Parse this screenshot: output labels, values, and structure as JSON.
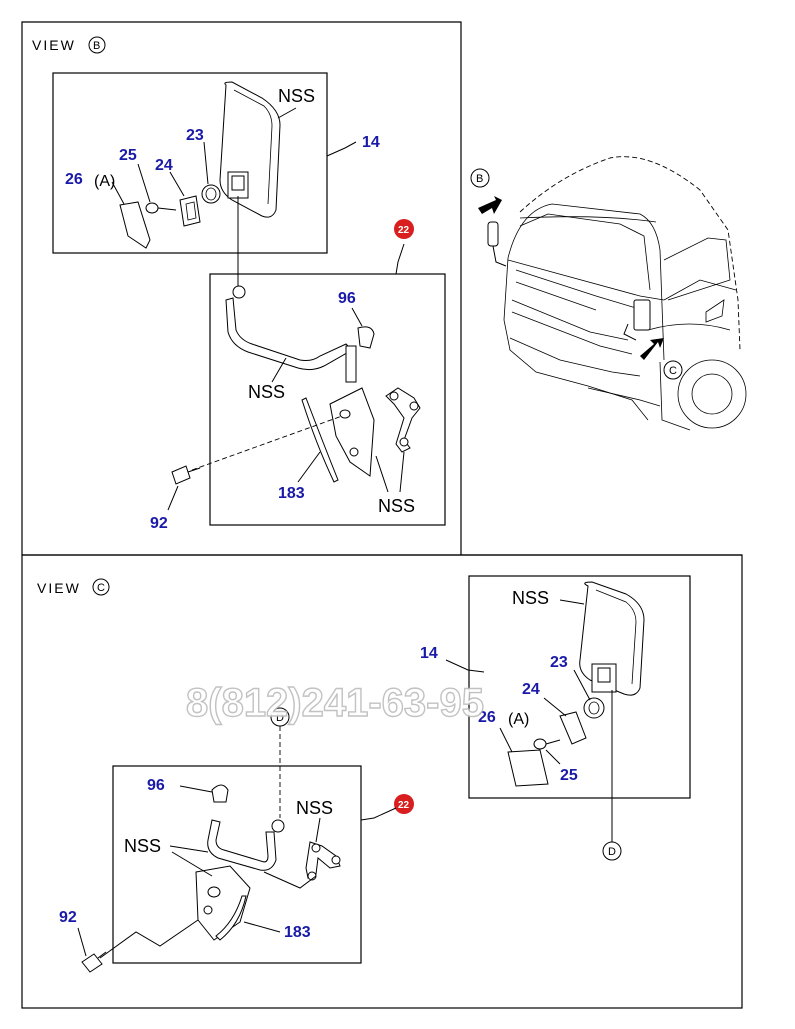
{
  "watermark": {
    "text": "8(812)241-63-95"
  },
  "view_b": {
    "title": "VIEW",
    "letter": "B",
    "labels": {
      "p14": "14",
      "p23": "23",
      "p24": "24",
      "p25": "25",
      "p26": "26",
      "a": "(A)",
      "nss_mirror": "NSS",
      "p22": "22",
      "p96": "96",
      "nss_arm": "NSS",
      "p183": "183",
      "nss_bracket": "NSS",
      "p92": "92"
    }
  },
  "cab": {
    "arrow_b": "B",
    "arrow_c": "C"
  },
  "view_c": {
    "title": "VIEW",
    "letter": "C",
    "labels": {
      "nss_mirror": "NSS",
      "p14": "14",
      "p23": "23",
      "p24": "24",
      "p26": "26",
      "a": "(A)",
      "p25": "25",
      "ref_d_bottom": "D",
      "ref_d_top": "D",
      "p96": "96",
      "nss_top": "NSS",
      "p22": "22",
      "nss_left": "NSS",
      "p92": "92",
      "p183": "183"
    }
  },
  "colors": {
    "label": "#1a1aa8",
    "tag": "#d81e1e",
    "line": "#000000"
  }
}
